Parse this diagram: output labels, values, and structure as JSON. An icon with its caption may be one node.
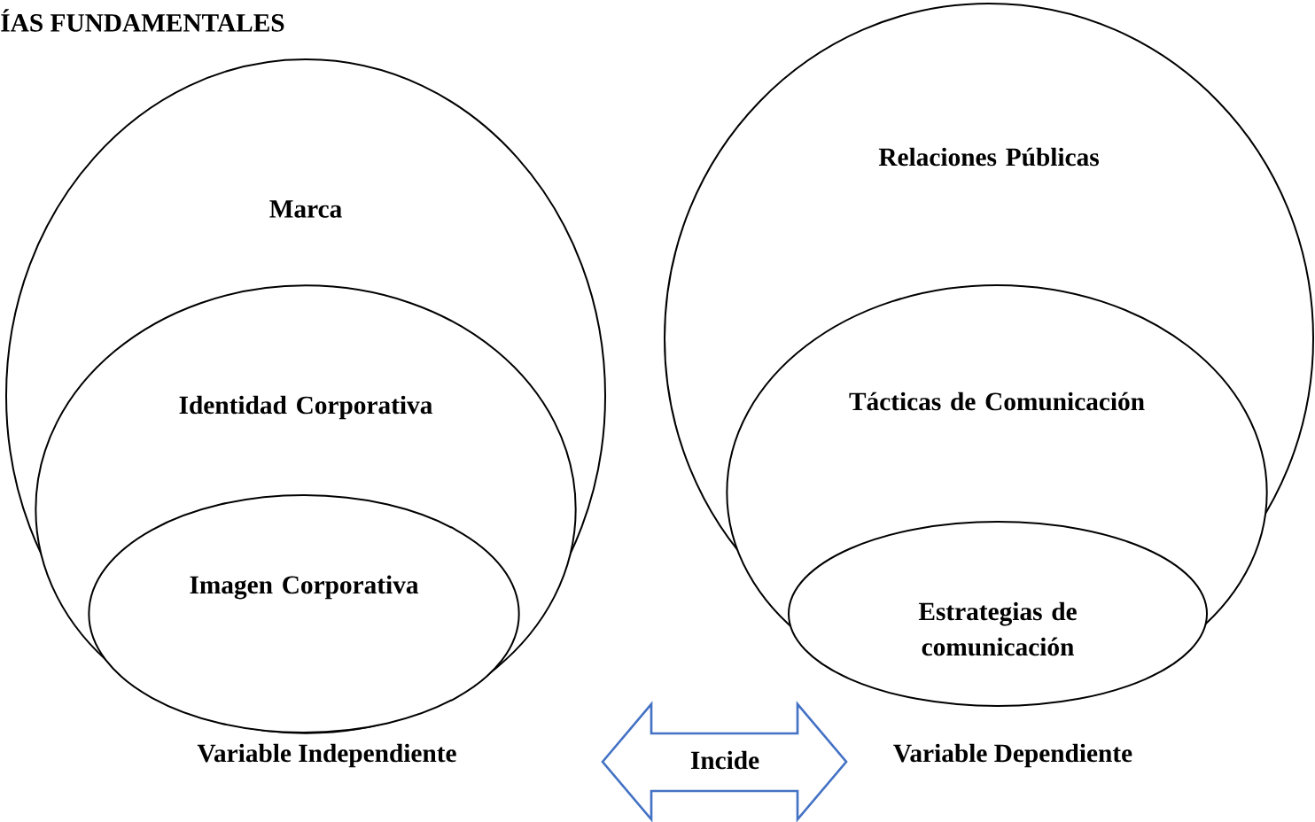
{
  "diagram": {
    "title": "ÍAS FUNDAMENTALES",
    "nodes": [
      {
        "text": [
          "Marca"
        ]
      },
      {
        "text": [
          "Identidad Corporativa"
        ],
        "in": 0
      },
      {
        "text": [
          "Imagen Corporativa"
        ],
        "in": 1
      },
      {
        "text": [
          "Relaciones Públicas"
        ]
      },
      {
        "text": [
          "Tácticas de Comunicación"
        ],
        "in": 3
      },
      {
        "text": [
          "Estrategias de comunicación"
        ],
        "in": 4
      },
      {
        "text": [
          "Incide"
        ]
      }
    ],
    "labels": [
      "Variable Independiente",
      "Variable Dependiente"
    ]
  }
}
